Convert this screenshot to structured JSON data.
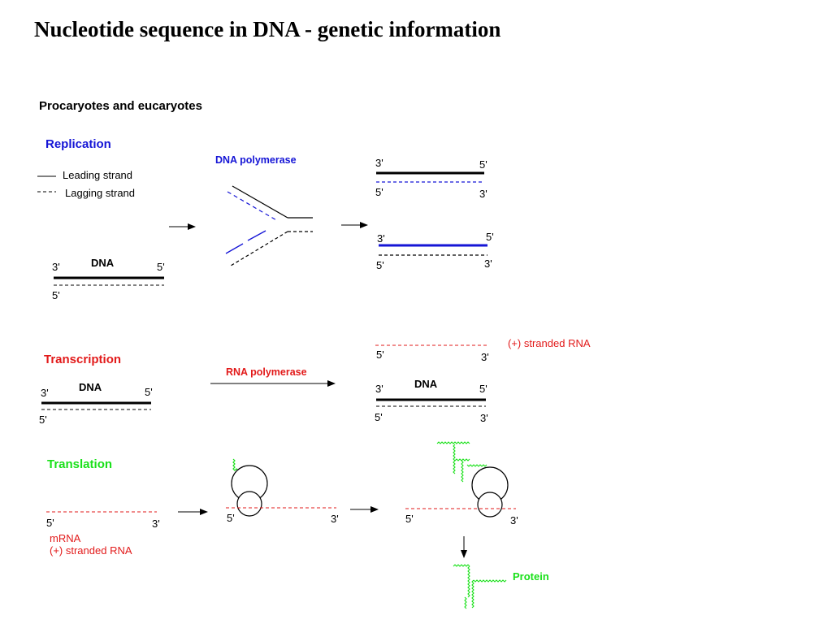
{
  "title": "Nucleotide sequence in DNA - genetic information",
  "subtitle": "Procaryotes and eucaryotes",
  "colors": {
    "text": "#000000",
    "replication": "#1515d6",
    "transcription": "#e21a1a",
    "translation": "#19e019"
  },
  "legend": {
    "leading_strand": "Leading strand",
    "lagging_strand": "Lagging strand"
  },
  "replication": {
    "heading": "Replication",
    "dna_label": "DNA",
    "enzyme": "DNA polymerase",
    "end_3": "3'",
    "end_5": "5'"
  },
  "transcription": {
    "heading": "Transcription",
    "dna_label": "DNA",
    "enzyme": "RNA polymerase",
    "product": "(+) stranded RNA",
    "end_3": "3'",
    "end_5": "5'"
  },
  "translation": {
    "heading": "Translation",
    "mrna_label": "mRNA",
    "mrna_sublabel": "(+) stranded RNA",
    "product": "Protein",
    "end_3": "3'",
    "end_5": "5'"
  },
  "icons": {
    "ribosome": "ribosome-icon",
    "peptide_chain": "peptide-chain-icon",
    "arrow": "arrow-right-icon"
  }
}
